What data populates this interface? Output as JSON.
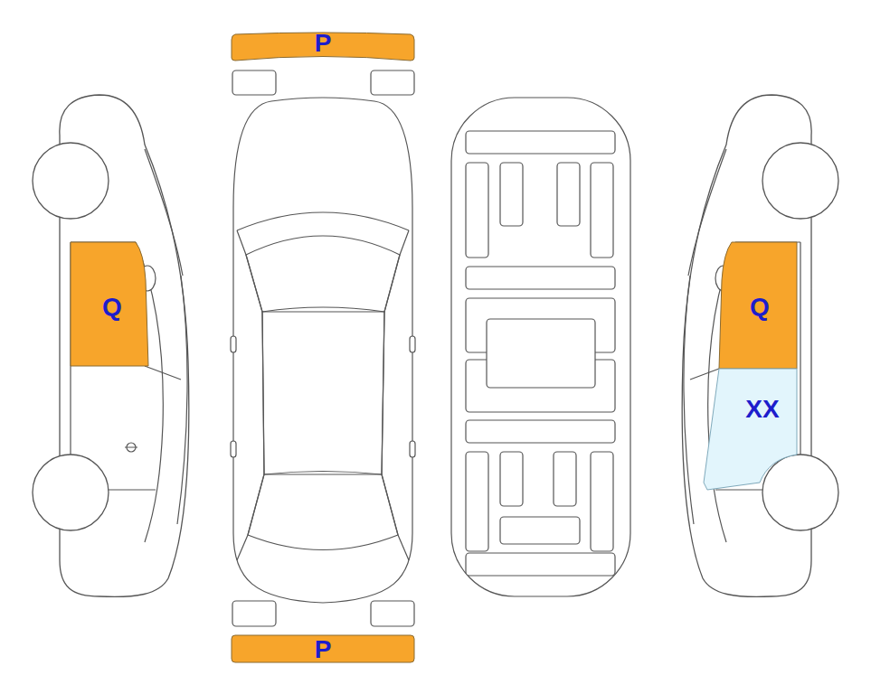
{
  "diagram": {
    "nodes": [
      {
        "text": [
          "P"
        ]
      },
      {
        "text": [
          "Q"
        ]
      },
      {
        "text": [
          "Q"
        ]
      },
      {
        "text": [
          "XX"
        ]
      },
      {
        "text": [
          "P"
        ]
      }
    ]
  }
}
